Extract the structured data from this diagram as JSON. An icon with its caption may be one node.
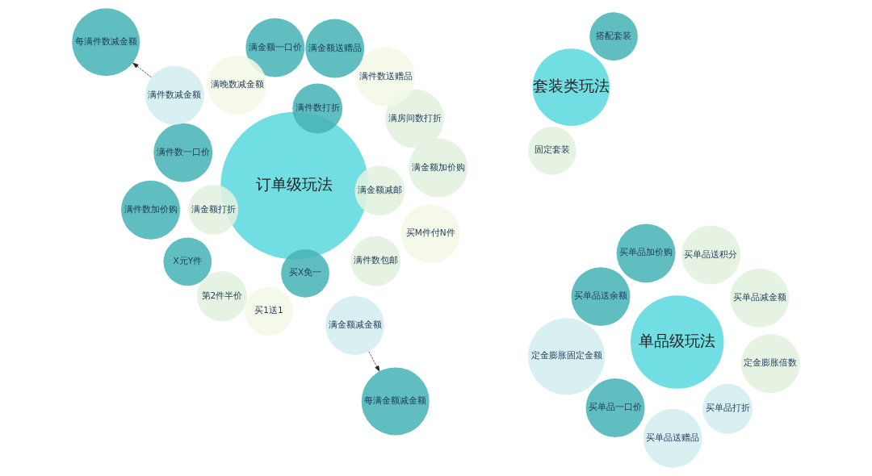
{
  "diagram": {
    "nodes": [
      {
        "text": [
          "订单级玩法"
        ]
      },
      {
        "text": [
          "每满金额减金额"
        ]
      },
      {
        "text": [
          "满金额减金额"
        ]
      },
      {
        "text": [
          "满金额一口价"
        ]
      },
      {
        "text": [
          "满房间数打折"
        ]
      },
      {
        "text": [
          "满晚数减金额"
        ]
      },
      {
        "text": [
          "X元Y件"
        ]
      },
      {
        "text": [
          "买M件付N件"
        ]
      },
      {
        "text": [
          "第2件半价"
        ]
      },
      {
        "text": [
          "买X免一"
        ]
      },
      {
        "text": [
          "买1送1"
        ]
      },
      {
        "text": [
          "满件数加价购"
        ]
      },
      {
        "text": [
          "满金额加价购"
        ]
      },
      {
        "text": [
          "满件数送赠品"
        ]
      },
      {
        "text": [
          "满金额送赠品"
        ]
      },
      {
        "text": [
          "满金额减邮"
        ]
      },
      {
        "text": [
          "满件数包邮"
        ]
      },
      {
        "text": [
          "满件数一口价"
        ]
      },
      {
        "text": [
          "满件数减金额"
        ]
      },
      {
        "text": [
          "每满件数减金额"
        ]
      },
      {
        "text": [
          "满件数打折"
        ]
      },
      {
        "text": [
          "满金额打折"
        ]
      },
      {
        "text": [
          "单品级玩法"
        ]
      },
      {
        "text": [
          "买单品减金额"
        ]
      },
      {
        "text": [
          "买单品送赠品"
        ]
      },
      {
        "text": [
          "买单品加价购"
        ]
      },
      {
        "text": [
          "买单品送积分"
        ]
      },
      {
        "text": [
          "买单品送余额"
        ]
      },
      {
        "text": [
          "定金膨胀固定金额"
        ]
      },
      {
        "text": [
          "定金膨胀倍数"
        ]
      },
      {
        "text": [
          "买单品一口价"
        ]
      },
      {
        "text": [
          "买单品打折"
        ]
      },
      {
        "text": [
          "套装类玩法"
        ]
      },
      {
        "text": [
          "搭配套装"
        ]
      },
      {
        "text": [
          "固定套装"
        ]
      }
    ],
    "edges": [
      {
        "from": 2,
        "to": 1,
        "arrow": "to",
        "style": "dashed"
      },
      {
        "from": 18,
        "to": 19,
        "arrow": "to",
        "style": "dashed"
      }
    ]
  }
}
